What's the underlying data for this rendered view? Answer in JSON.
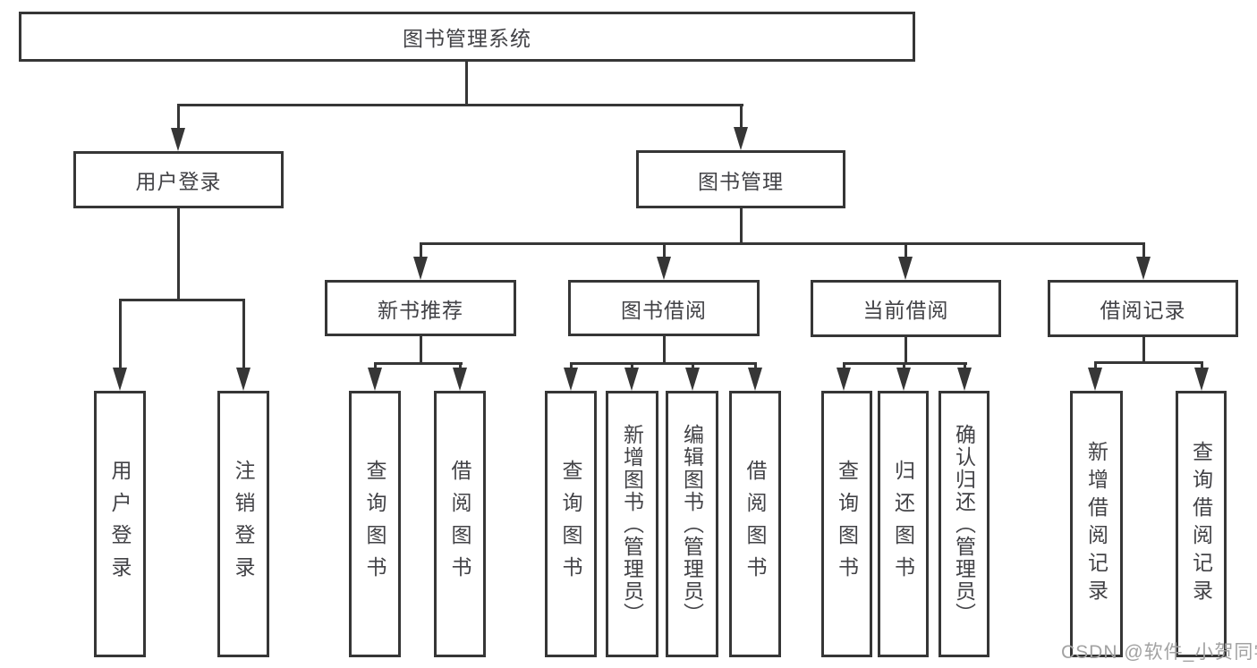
{
  "diagram_title": "图书管理系统",
  "nodes": {
    "root": "图书管理系统",
    "user_login": "用户登录",
    "book_mgmt": "图书管理",
    "new_book_rec": "新书推荐",
    "book_borrow": "图书借阅",
    "current_borrow": "当前借阅",
    "borrow_records": "借阅记录",
    "ul_user_login": "用户登录",
    "ul_logout": "注销登录",
    "nr_query_book": "查询图书",
    "nr_borrow_book": "借阅图书",
    "bb_query_book": "查询图书",
    "bb_add_book": "新增图书（管理员）",
    "bb_edit_book": "编辑图书（管理员）",
    "bb_borrow_book": "借阅图书",
    "cb_query_book": "查询图书",
    "cb_return_book": "归还图书",
    "cb_confirm_return": "确认归还（管理员）",
    "br_add_record": "新增借阅记录",
    "br_query_record": "查询借阅记录"
  },
  "hierarchy": {
    "图书管理系统": {
      "用户登录": [
        "用户登录",
        "注销登录"
      ],
      "图书管理": {
        "新书推荐": [
          "查询图书",
          "借阅图书"
        ],
        "图书借阅": [
          "查询图书",
          "新增图书（管理员）",
          "编辑图书（管理员）",
          "借阅图书"
        ],
        "当前借阅": [
          "查询图书",
          "归还图书",
          "确认归还（管理员）"
        ],
        "借阅记录": [
          "新增借阅记录",
          "查询借阅记录"
        ]
      }
    }
  },
  "watermark": "CSDN @软件_小贺同学",
  "colors": {
    "line": "#363636",
    "text": "#424246",
    "watermark": "#a2a2a2",
    "background": "#ffffff"
  }
}
